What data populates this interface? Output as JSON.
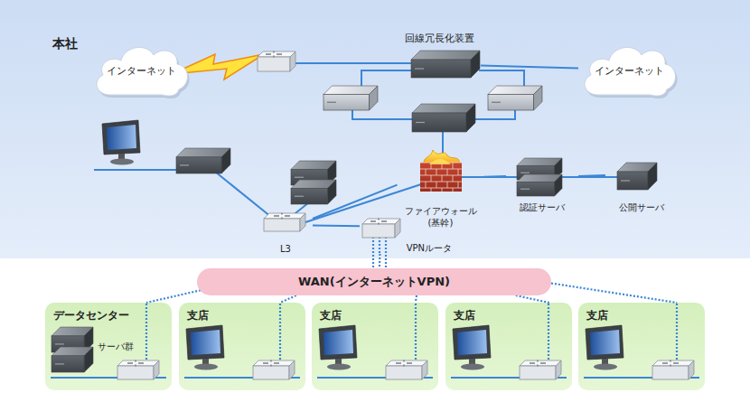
{
  "diagram": {
    "nodes": [
      {
        "text": [
          "本社"
        ]
      },
      {
        "text": [
          "インターネット"
        ],
        "in": 0
      },
      {
        "text": [
          "回線冗長化装置"
        ],
        "in": 0
      },
      {
        "text": [
          "インターネット"
        ],
        "in": 0
      },
      {
        "text": [
          "ファイアウォール (基幹)"
        ],
        "in": 0
      },
      {
        "text": [
          "認証サーバ"
        ],
        "in": 0
      },
      {
        "text": [
          "公開サーバ"
        ],
        "in": 0
      },
      {
        "text": [
          "L3"
        ],
        "in": 0
      },
      {
        "text": [
          "VPNルータ"
        ],
        "in": 0
      },
      {
        "text": [
          "WAN(インターネットVPN)"
        ]
      },
      {
        "text": [
          "データセンター"
        ]
      },
      {
        "text": [
          "サーバ群"
        ],
        "in": 10
      },
      {
        "text": [
          "支店"
        ]
      },
      {
        "text": [
          "支店"
        ]
      },
      {
        "text": [
          "支店"
        ]
      },
      {
        "text": [
          "支店"
        ]
      }
    ],
    "edges": [
      {
        "from": 2,
        "to": 3,
        "arrow": "none"
      },
      {
        "from": 7,
        "to": 4,
        "arrow": "none"
      },
      {
        "from": 4,
        "to": 5,
        "arrow": "none"
      },
      {
        "from": 5,
        "to": 6,
        "arrow": "none"
      },
      {
        "from": 7,
        "to": 8,
        "arrow": "none"
      },
      {
        "from": 8,
        "to": 9,
        "arrow": "none"
      },
      {
        "from": 9,
        "to": 10,
        "arrow": "none"
      },
      {
        "from": 9,
        "to": 12,
        "arrow": "none"
      },
      {
        "from": 9,
        "to": 13,
        "arrow": "none"
      },
      {
        "from": 9,
        "to": 14,
        "arrow": "none"
      },
      {
        "from": 9,
        "to": 15,
        "arrow": "none"
      }
    ]
  }
}
